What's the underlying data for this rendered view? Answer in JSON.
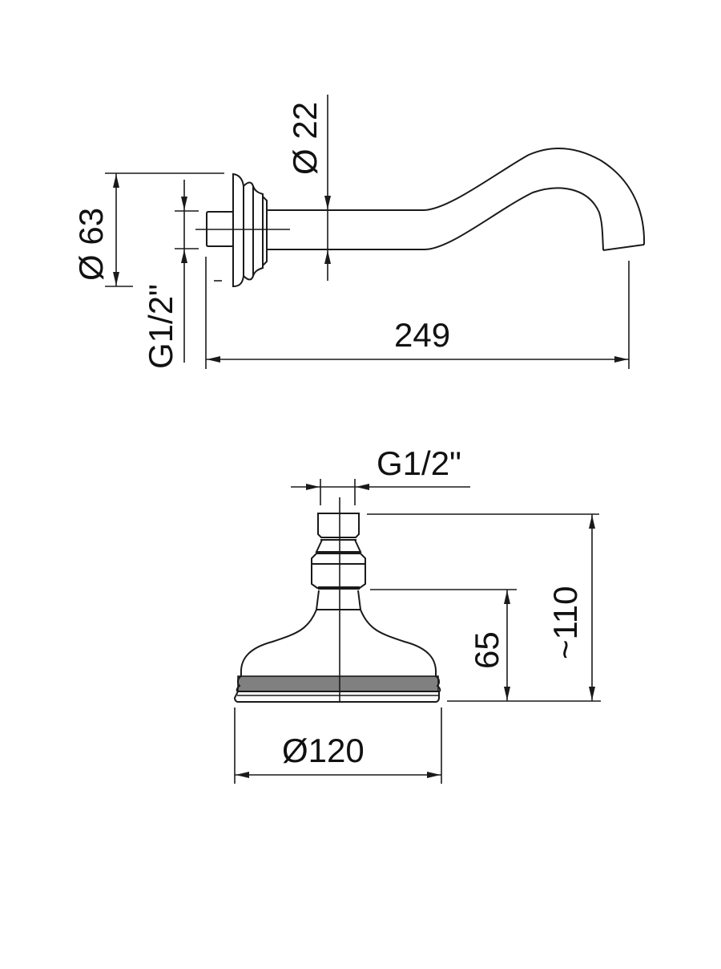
{
  "drawing": {
    "type": "technical-dimension-drawing",
    "views": [
      {
        "id": "shower-arm-side-view",
        "description": "Wall-mounted curved shower arm with round flange",
        "dimensions": {
          "flange_diameter": "Ø 63",
          "arm_diameter": "Ø 22",
          "connection_thread": "G1/2\"",
          "projection_length": "249"
        }
      },
      {
        "id": "shower-head-side-view",
        "description": "Round shower head with ball joint connector",
        "dimensions": {
          "connection_thread": "G1/2\"",
          "head_diameter": "Ø120",
          "head_height": "65",
          "total_height": "~110"
        }
      }
    ],
    "colors": {
      "line": "#1a1a1a",
      "band_fill": "#808080",
      "background": "#ffffff"
    }
  }
}
